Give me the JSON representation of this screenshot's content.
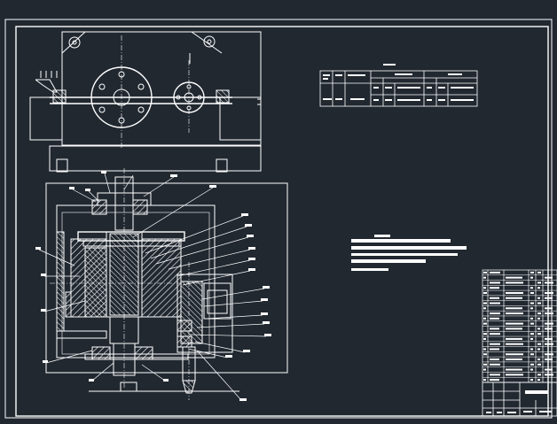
{
  "canvas": {
    "background": "#212830",
    "line_color": "#ffffff",
    "hatch_color": "#ffffff"
  },
  "colors": {
    "outline": "#ffffff",
    "text_block": "#ffffff"
  },
  "views": [
    {
      "name": "top-view"
    },
    {
      "name": "section-view"
    }
  ],
  "tables": [
    {
      "name": "gear-parameter-table",
      "rows": 3,
      "cols": 8
    },
    {
      "name": "parts-list",
      "rows": 22,
      "cols": 6
    },
    {
      "name": "title-block",
      "rows": 4,
      "cols": 6
    }
  ],
  "text_block": {
    "name": "technical-requirements",
    "lines": 5
  },
  "icons": [
    "bolt-hole-icon",
    "flange-icon",
    "leader-line-icon"
  ]
}
